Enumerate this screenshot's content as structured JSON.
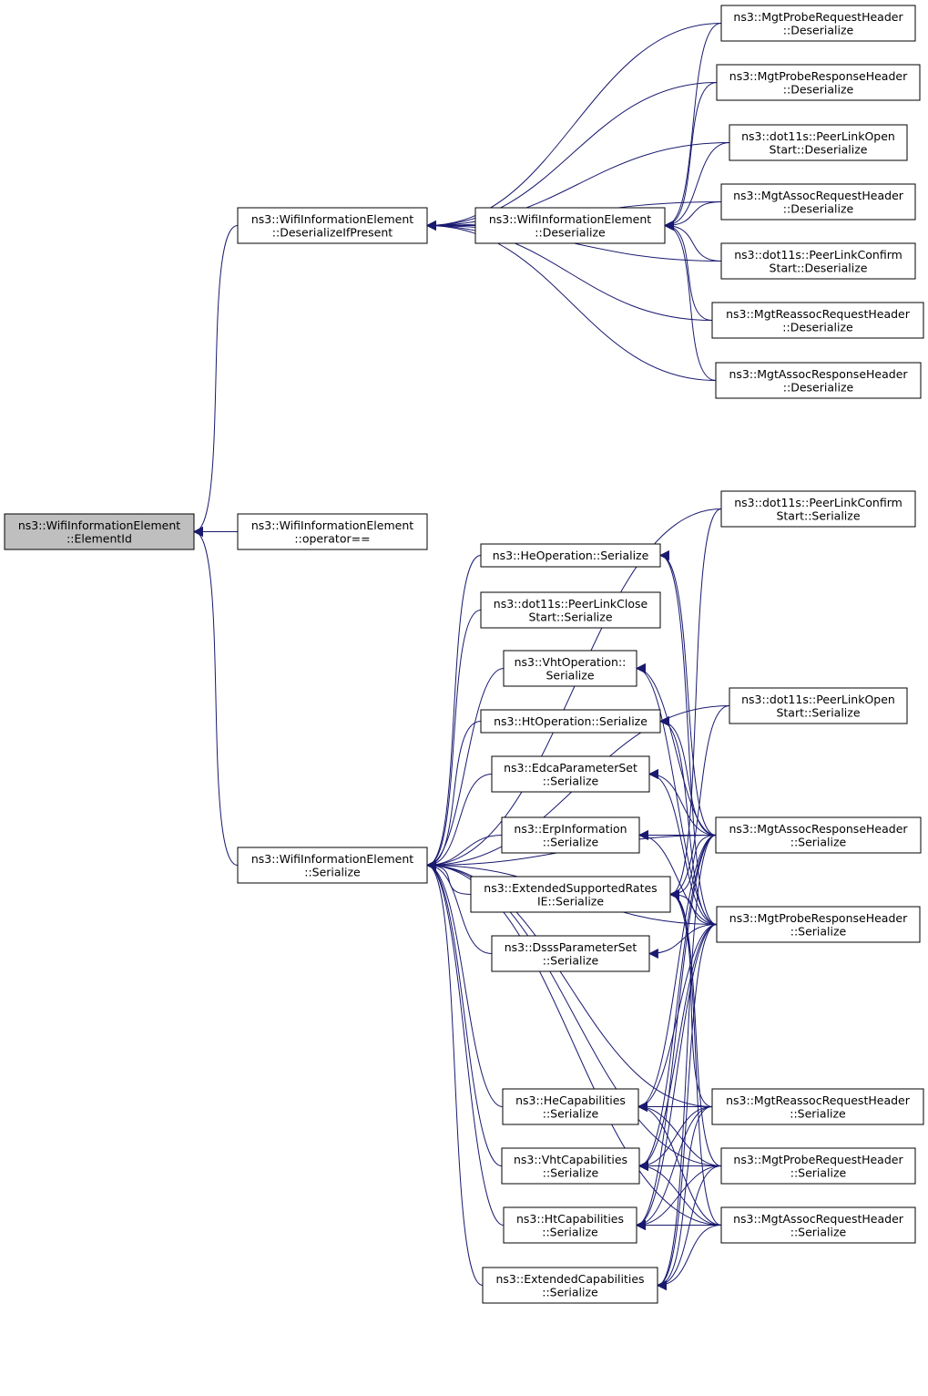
{
  "colors": {
    "edge": "#191970",
    "arrowhead": "#191970",
    "highlight_fill": "#bfbfbf",
    "node_fill": "#ffffff",
    "node_border": "#000000"
  },
  "nodes": {
    "element_id": [
      "ns3::WifiInformationElement",
      "::ElementId"
    ],
    "deserialize_if_present": [
      "ns3::WifiInformationElement",
      "::DeserializeIfPresent"
    ],
    "operator_eq": [
      "ns3::WifiInformationElement",
      "::operator=="
    ],
    "wie_serialize": [
      "ns3::WifiInformationElement",
      "::Serialize"
    ],
    "wie_deserialize": [
      "ns3::WifiInformationElement",
      "::Deserialize"
    ],
    "probe_req_deser": [
      "ns3::MgtProbeRequestHeader",
      "::Deserialize"
    ],
    "probe_resp_deser": [
      "ns3::MgtProbeResponseHeader",
      "::Deserialize"
    ],
    "plo_deser": [
      "ns3::dot11s::PeerLinkOpen",
      "Start::Deserialize"
    ],
    "assoc_req_deser": [
      "ns3::MgtAssocRequestHeader",
      "::Deserialize"
    ],
    "plc_deser": [
      "ns3::dot11s::PeerLinkConfirm",
      "Start::Deserialize"
    ],
    "reassoc_req_deser": [
      "ns3::MgtReassocRequestHeader",
      "::Deserialize"
    ],
    "assoc_resp_deser": [
      "ns3::MgtAssocResponseHeader",
      "::Deserialize"
    ],
    "plc_ser": [
      "ns3::dot11s::PeerLinkConfirm",
      "Start::Serialize"
    ],
    "he_op": [
      "ns3::HeOperation::Serialize"
    ],
    "plclose_ser": [
      "ns3::dot11s::PeerLinkClose",
      "Start::Serialize"
    ],
    "vht_op": [
      "ns3::VhtOperation::",
      "Serialize"
    ],
    "plo_ser": [
      "ns3::dot11s::PeerLinkOpen",
      "Start::Serialize"
    ],
    "ht_op": [
      "ns3::HtOperation::Serialize"
    ],
    "edca": [
      "ns3::EdcaParameterSet",
      "::Serialize"
    ],
    "erp": [
      "ns3::ErpInformation",
      "::Serialize"
    ],
    "assoc_resp_ser": [
      "ns3::MgtAssocResponseHeader",
      "::Serialize"
    ],
    "ext_rates": [
      "ns3::ExtendedSupportedRates",
      "IE::Serialize"
    ],
    "probe_resp_ser": [
      "ns3::MgtProbeResponseHeader",
      "::Serialize"
    ],
    "dsss": [
      "ns3::DsssParameterSet",
      "::Serialize"
    ],
    "he_cap": [
      "ns3::HeCapabilities",
      "::Serialize"
    ],
    "reassoc_req_ser": [
      "ns3::MgtReassocRequestHeader",
      "::Serialize"
    ],
    "vht_cap": [
      "ns3::VhtCapabilities",
      "::Serialize"
    ],
    "probe_req_ser": [
      "ns3::MgtProbeRequestHeader",
      "::Serialize"
    ],
    "ht_cap": [
      "ns3::HtCapabilities",
      "::Serialize"
    ],
    "assoc_req_ser": [
      "ns3::MgtAssocRequestHeader",
      "::Serialize"
    ],
    "ext_cap": [
      "ns3::ExtendedCapabilities",
      "::Serialize"
    ]
  },
  "edges": [
    [
      "deserialize_if_present",
      "element_id"
    ],
    [
      "operator_eq",
      "element_id"
    ],
    [
      "wie_serialize",
      "element_id"
    ],
    [
      "wie_deserialize",
      "deserialize_if_present"
    ],
    [
      "probe_req_deser",
      "deserialize_if_present"
    ],
    [
      "probe_resp_deser",
      "deserialize_if_present"
    ],
    [
      "plo_deser",
      "deserialize_if_present"
    ],
    [
      "assoc_req_deser",
      "deserialize_if_present"
    ],
    [
      "plc_deser",
      "deserialize_if_present"
    ],
    [
      "reassoc_req_deser",
      "deserialize_if_present"
    ],
    [
      "assoc_resp_deser",
      "deserialize_if_present"
    ],
    [
      "probe_req_deser",
      "wie_deserialize"
    ],
    [
      "probe_resp_deser",
      "wie_deserialize"
    ],
    [
      "plo_deser",
      "wie_deserialize"
    ],
    [
      "assoc_req_deser",
      "wie_deserialize"
    ],
    [
      "plc_deser",
      "wie_deserialize"
    ],
    [
      "reassoc_req_deser",
      "wie_deserialize"
    ],
    [
      "assoc_resp_deser",
      "wie_deserialize"
    ],
    [
      "he_op",
      "wie_serialize"
    ],
    [
      "plclose_ser",
      "wie_serialize"
    ],
    [
      "vht_op",
      "wie_serialize"
    ],
    [
      "ht_op",
      "wie_serialize"
    ],
    [
      "edca",
      "wie_serialize"
    ],
    [
      "erp",
      "wie_serialize"
    ],
    [
      "ext_rates",
      "wie_serialize"
    ],
    [
      "dsss",
      "wie_serialize"
    ],
    [
      "he_cap",
      "wie_serialize"
    ],
    [
      "vht_cap",
      "wie_serialize"
    ],
    [
      "ht_cap",
      "wie_serialize"
    ],
    [
      "ext_cap",
      "wie_serialize"
    ],
    [
      "plc_ser",
      "wie_serialize"
    ],
    [
      "plo_ser",
      "wie_serialize"
    ],
    [
      "assoc_resp_ser",
      "wie_serialize"
    ],
    [
      "probe_resp_ser",
      "wie_serialize"
    ],
    [
      "reassoc_req_ser",
      "wie_serialize"
    ],
    [
      "probe_req_ser",
      "wie_serialize"
    ],
    [
      "assoc_req_ser",
      "wie_serialize"
    ],
    [
      "assoc_resp_ser",
      "he_op"
    ],
    [
      "probe_resp_ser",
      "he_op"
    ],
    [
      "assoc_resp_ser",
      "vht_op"
    ],
    [
      "probe_resp_ser",
      "vht_op"
    ],
    [
      "assoc_resp_ser",
      "ht_op"
    ],
    [
      "probe_resp_ser",
      "ht_op"
    ],
    [
      "assoc_resp_ser",
      "edca"
    ],
    [
      "probe_resp_ser",
      "edca"
    ],
    [
      "assoc_resp_ser",
      "erp"
    ],
    [
      "probe_resp_ser",
      "erp"
    ],
    [
      "plc_ser",
      "ext_rates"
    ],
    [
      "plo_ser",
      "ext_rates"
    ],
    [
      "assoc_resp_ser",
      "ext_rates"
    ],
    [
      "probe_resp_ser",
      "ext_rates"
    ],
    [
      "reassoc_req_ser",
      "ext_rates"
    ],
    [
      "probe_req_ser",
      "ext_rates"
    ],
    [
      "assoc_req_ser",
      "ext_rates"
    ],
    [
      "probe_resp_ser",
      "dsss"
    ],
    [
      "assoc_resp_ser",
      "he_cap"
    ],
    [
      "probe_resp_ser",
      "he_cap"
    ],
    [
      "reassoc_req_ser",
      "he_cap"
    ],
    [
      "probe_req_ser",
      "he_cap"
    ],
    [
      "assoc_req_ser",
      "he_cap"
    ],
    [
      "assoc_resp_ser",
      "vht_cap"
    ],
    [
      "probe_resp_ser",
      "vht_cap"
    ],
    [
      "reassoc_req_ser",
      "vht_cap"
    ],
    [
      "probe_req_ser",
      "vht_cap"
    ],
    [
      "assoc_req_ser",
      "vht_cap"
    ],
    [
      "assoc_resp_ser",
      "ht_cap"
    ],
    [
      "probe_resp_ser",
      "ht_cap"
    ],
    [
      "reassoc_req_ser",
      "ht_cap"
    ],
    [
      "probe_req_ser",
      "ht_cap"
    ],
    [
      "assoc_req_ser",
      "ht_cap"
    ],
    [
      "assoc_resp_ser",
      "ext_cap"
    ],
    [
      "probe_resp_ser",
      "ext_cap"
    ],
    [
      "reassoc_req_ser",
      "ext_cap"
    ],
    [
      "probe_req_ser",
      "ext_cap"
    ],
    [
      "assoc_req_ser",
      "ext_cap"
    ]
  ]
}
